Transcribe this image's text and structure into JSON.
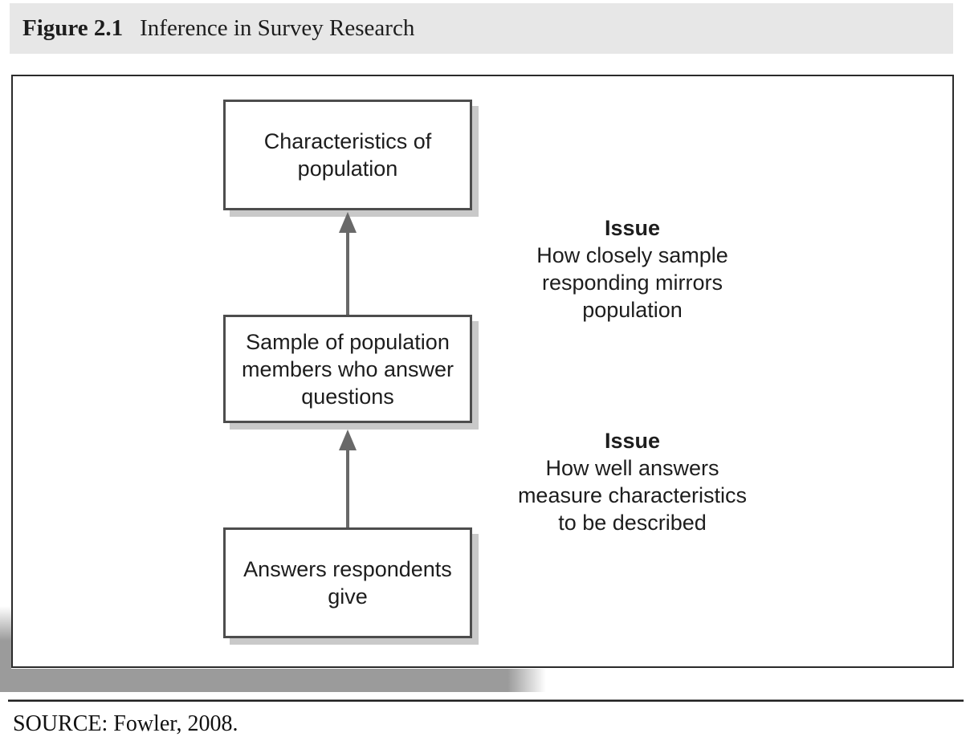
{
  "header": {
    "label": "Figure 2.1",
    "title": "Inference in Survey Research"
  },
  "diagram": {
    "boxes": [
      {
        "text": "Characteristics of\npopulation"
      },
      {
        "text": "Sample of population\nmembers who answer\nquestions"
      },
      {
        "text": "Answers respondents\ngive"
      }
    ],
    "issues": [
      {
        "label": "Issue",
        "text": "How closely sample\nresponding mirrors\npopulation"
      },
      {
        "label": "Issue",
        "text": "How well answers\nmeasure characteristics\nto be described"
      }
    ],
    "icons": {
      "arrow": "arrow-up"
    }
  },
  "source": {
    "text": "SOURCE: Fowler, 2008."
  },
  "colors": {
    "header_bg": "#e7e7e7",
    "outer_border": "#2b2b2b",
    "box_border": "#4d4d4d",
    "box_shadow": "#c9c9c9",
    "arrow": "#696969",
    "page_shadow": "#9b9b9b",
    "text": "#1d1d1d"
  }
}
